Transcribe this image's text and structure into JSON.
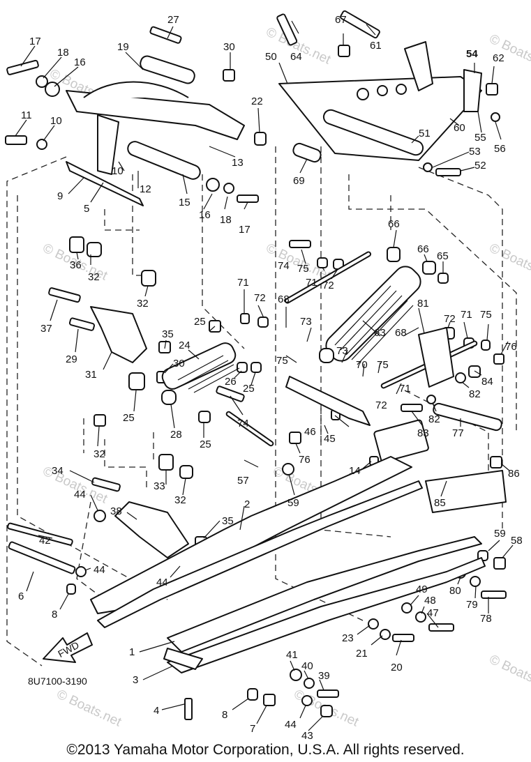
{
  "diagram": {
    "drawing_code": "8U7100-3190",
    "direction_label": "FWD",
    "watermark": "© Boats.net",
    "callouts": [
      "1",
      "2",
      "3",
      "4",
      "5",
      "6",
      "7",
      "8",
      "9",
      "10",
      "11",
      "12",
      "13",
      "14",
      "15",
      "16",
      "17",
      "18",
      "19",
      "20",
      "21",
      "22",
      "23",
      "24",
      "25",
      "26",
      "27",
      "28",
      "29",
      "30",
      "31",
      "32",
      "33",
      "34",
      "35",
      "36",
      "37",
      "38",
      "39",
      "40",
      "41",
      "42",
      "43",
      "44",
      "45",
      "46",
      "47",
      "48",
      "49",
      "50",
      "51",
      "52",
      "53",
      "54",
      "55",
      "56",
      "57",
      "58",
      "59",
      "60",
      "61",
      "62",
      "63",
      "64",
      "65",
      "66",
      "67",
      "68",
      "69",
      "70",
      "71",
      "72",
      "73",
      "74",
      "75",
      "76",
      "77",
      "78",
      "79",
      "80",
      "81",
      "82",
      "83",
      "84",
      "85",
      "86"
    ]
  },
  "footer": {
    "copyright": "©2013 Yamaha Motor Corporation, U.S.A. All rights reserved."
  }
}
